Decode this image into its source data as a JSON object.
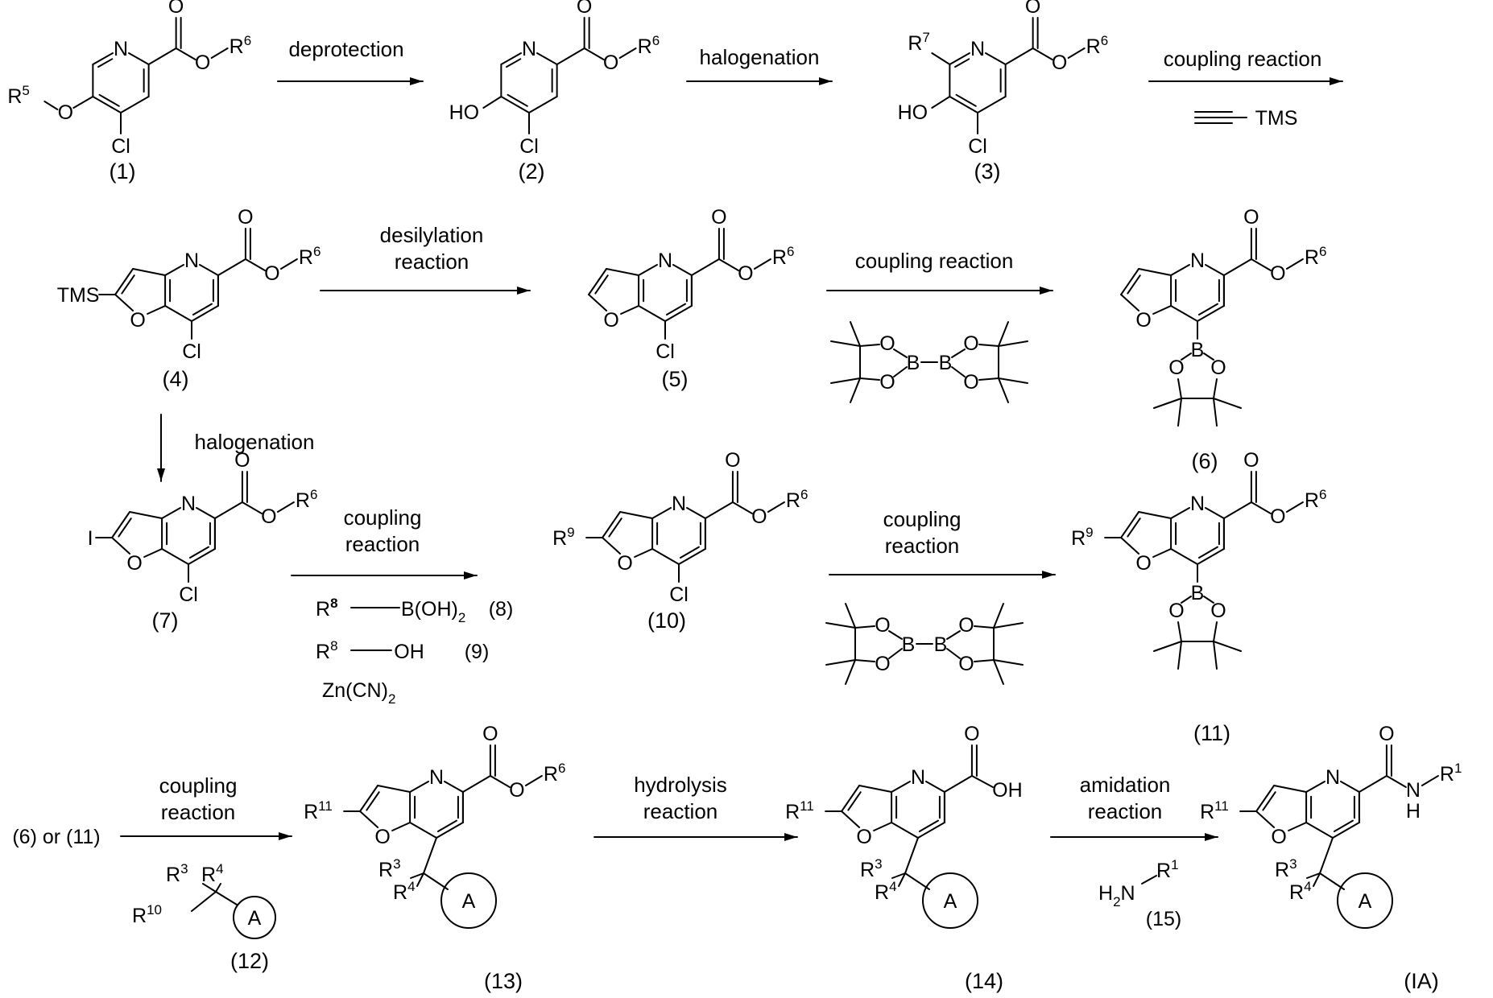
{
  "compounds": {
    "c1": "(1)",
    "c2": "(2)",
    "c3": "(3)",
    "c4": "(4)",
    "c5": "(5)",
    "c6": "(6)",
    "c7": "(7)",
    "c10": "(10)",
    "c11": "(11)",
    "c12": "(12)",
    "c13": "(13)",
    "c14": "(14)",
    "c15": "(15)",
    "c8": "(8)",
    "c9": "(9)",
    "cIA": "(IA)"
  },
  "reactions": {
    "r1": [
      "deprotection"
    ],
    "r2": [
      "halogenation"
    ],
    "r3": [
      "coupling reaction"
    ],
    "r4": [
      "desilylation",
      "reaction"
    ],
    "r5": [
      "coupling reaction"
    ],
    "r6": [
      "halogenation"
    ],
    "r7": [
      "coupling",
      "reaction"
    ],
    "r8": [
      "coupling",
      "reaction"
    ],
    "r9": [
      "coupling",
      "reaction"
    ],
    "r10": [
      "hydrolysis",
      "reaction"
    ],
    "r11": [
      "amidation",
      "reaction"
    ]
  },
  "reagents": {
    "tms_alkyne": "TMS",
    "zn_cn": "Zn(CN)2",
    "boronic_acid": "R8—B(OH)2",
    "alcohol": "R8—OH",
    "amine": "H2N-R1",
    "start_text": "(6) or (11)"
  },
  "atoms": {
    "N": "N",
    "O": "O",
    "Cl": "Cl",
    "HO": "HO",
    "OH": "OH",
    "TMS": "TMS",
    "I": "I",
    "B": "B",
    "H": "H",
    "A": "A",
    "R1": "R",
    "R3": "R",
    "R4": "R",
    "R5": "R",
    "R6": "R",
    "R7": "R",
    "R9": "R",
    "R10": "R",
    "R11": "R"
  }
}
